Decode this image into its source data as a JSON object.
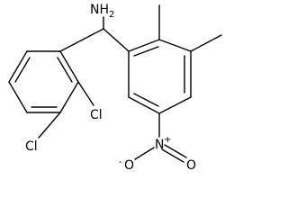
{
  "molecule": {
    "atoms": {
      "amine": {
        "element": "N",
        "hydrogens": "H",
        "hydrogen_count": "2"
      },
      "chloro_2": {
        "element": "Cl"
      },
      "chloro_3": {
        "element": "Cl"
      },
      "nitro_nitrogen": {
        "element": "N",
        "charge": "+"
      },
      "nitro_oxygen_single": {
        "element": "O",
        "charge": "-"
      },
      "nitro_oxygen_double": {
        "element": "O"
      }
    }
  },
  "colors": {
    "bond": "#000000",
    "label": "#000000",
    "background": "#ffffff"
  }
}
